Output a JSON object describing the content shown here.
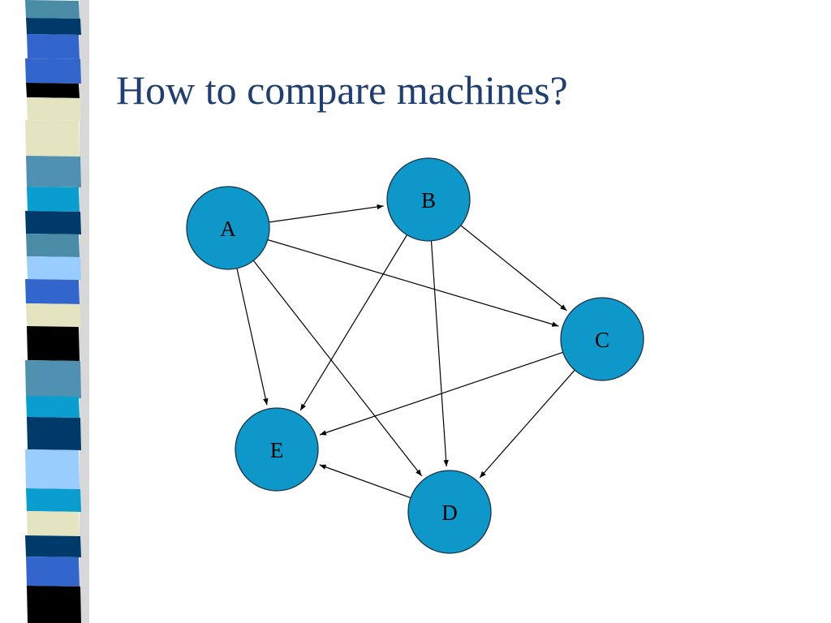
{
  "slide": {
    "title": "How to compare machines?"
  },
  "graph": {
    "nodes": [
      {
        "id": "A",
        "label": "A"
      },
      {
        "id": "B",
        "label": "B"
      },
      {
        "id": "C",
        "label": "C"
      },
      {
        "id": "D",
        "label": "D"
      },
      {
        "id": "E",
        "label": "E"
      }
    ],
    "edges": [
      {
        "from": "A",
        "to": "B"
      },
      {
        "from": "A",
        "to": "C"
      },
      {
        "from": "A",
        "to": "D"
      },
      {
        "from": "A",
        "to": "E"
      },
      {
        "from": "B",
        "to": "C"
      },
      {
        "from": "B",
        "to": "D"
      },
      {
        "from": "B",
        "to": "E"
      },
      {
        "from": "C",
        "to": "D"
      },
      {
        "from": "C",
        "to": "E"
      },
      {
        "from": "D",
        "to": "E"
      }
    ]
  },
  "colors": {
    "node_fill": "#0e97c9",
    "title": "#1f3f73",
    "sidebar_stripes": [
      "#4a8ba6",
      "#003a6b",
      "#3366cc",
      "#000000",
      "#e4e4c0",
      "#5090b0",
      "#0a9dd0",
      "#99ccff"
    ]
  }
}
